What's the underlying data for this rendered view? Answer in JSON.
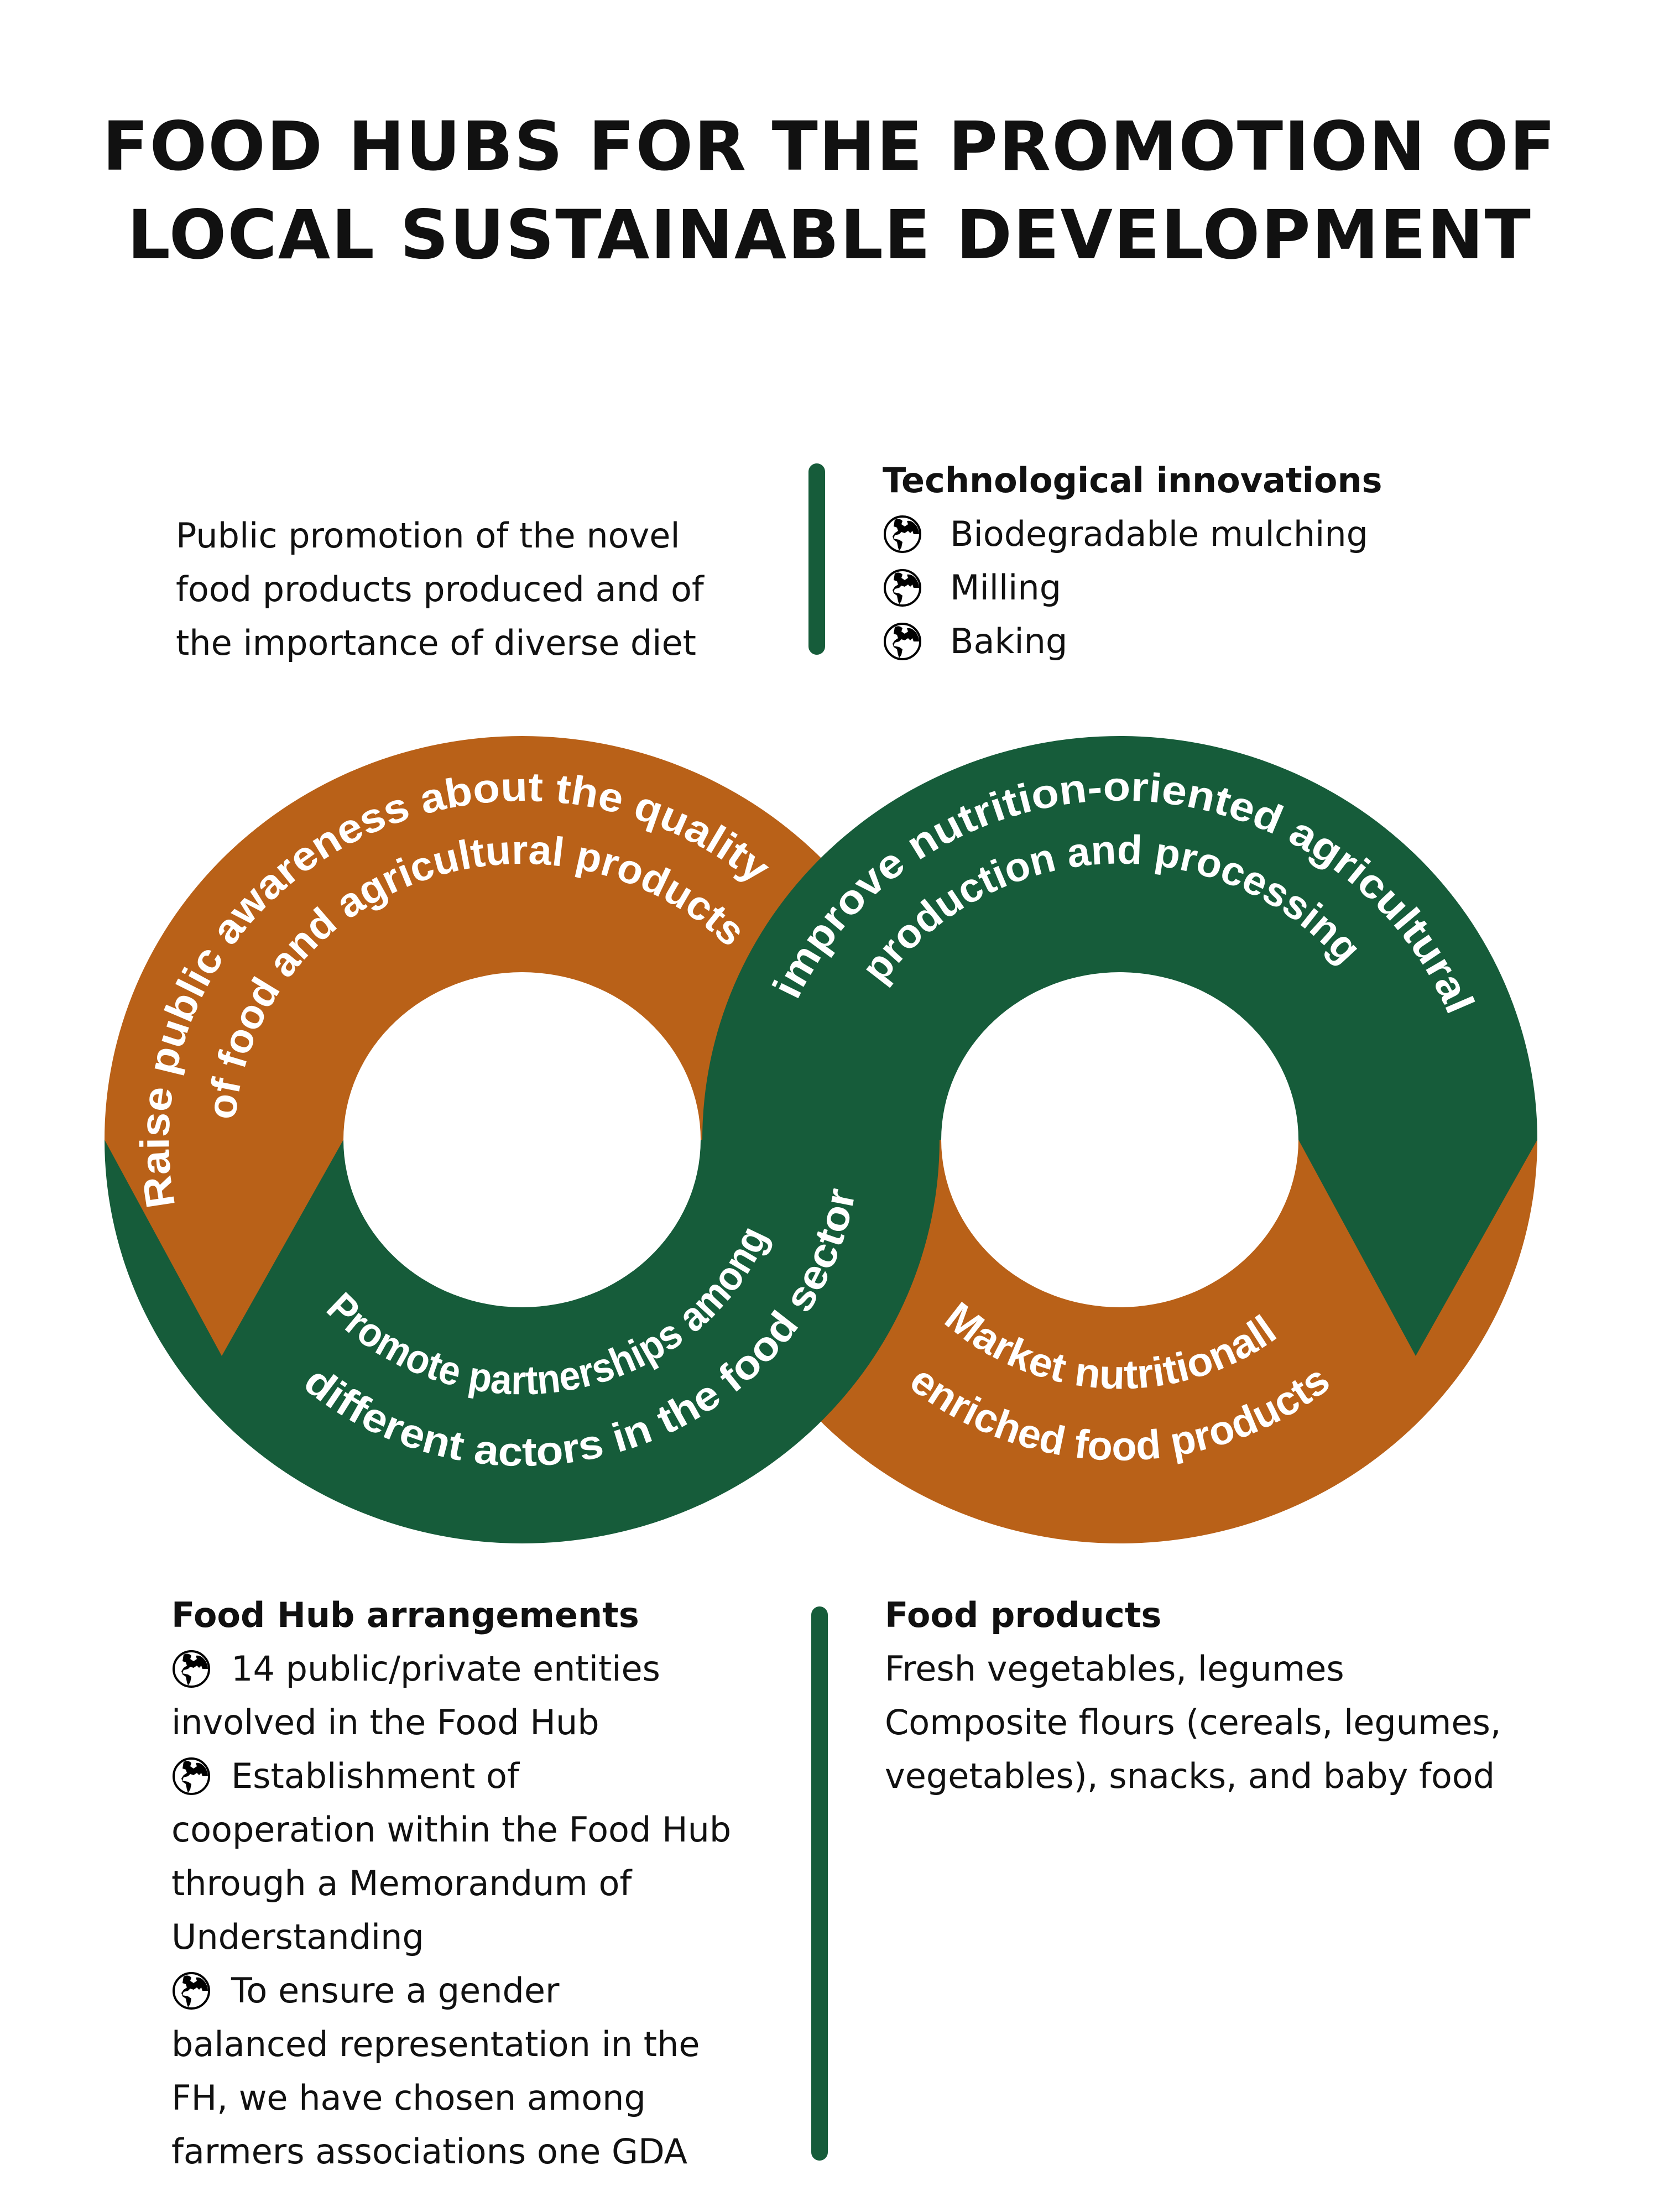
{
  "title": {
    "line1": "FOOD HUBS FOR THE PROMOTION OF",
    "line2": "LOCAL SUSTAINABLE DEVELOPMENT"
  },
  "colors": {
    "orange": "#b96118",
    "green": "#165c3a"
  },
  "promotion": {
    "lines": [
      "Public promotion of the novel",
      "food products produced and of",
      "the importance of diverse diet"
    ]
  },
  "tech": {
    "heading": "Technological innovations",
    "icon": "globe-icon",
    "items": [
      "Biodegradable mulching",
      "Milling",
      "Baking"
    ]
  },
  "cycle": {
    "raise": [
      "Raise public awareness about the quality",
      "of food and agricultural products"
    ],
    "improve": [
      "improve nutrition-oriented agricultural",
      "production and processing"
    ],
    "promote": [
      "Promote partnerships among",
      "different actors in the food sector"
    ],
    "market": [
      "Market nutritionally",
      "enriched food products"
    ]
  },
  "arrangements": {
    "heading": "Food Hub arrangements",
    "lines": [
      {
        "globe": true,
        "text": "14 public/private entities"
      },
      {
        "globe": false,
        "text": "involved in the Food Hub"
      },
      {
        "globe": true,
        "text": "Establishment of"
      },
      {
        "globe": false,
        "text": "cooperation within the Food Hub"
      },
      {
        "globe": false,
        "text": "through a Memorandum of"
      },
      {
        "globe": false,
        "text": "Understanding"
      },
      {
        "globe": true,
        "text": "To ensure a gender"
      },
      {
        "globe": false,
        "text": "balanced representation in the"
      },
      {
        "globe": false,
        "text": "FH, we have chosen among"
      },
      {
        "globe": false,
        "text": "farmers associations one GDA"
      }
    ]
  },
  "products": {
    "heading": "Food products",
    "lines": [
      "Fresh vegetables, legumes",
      "Composite flours (cereals, legumes,",
      "vegetables), snacks, and baby food"
    ]
  }
}
